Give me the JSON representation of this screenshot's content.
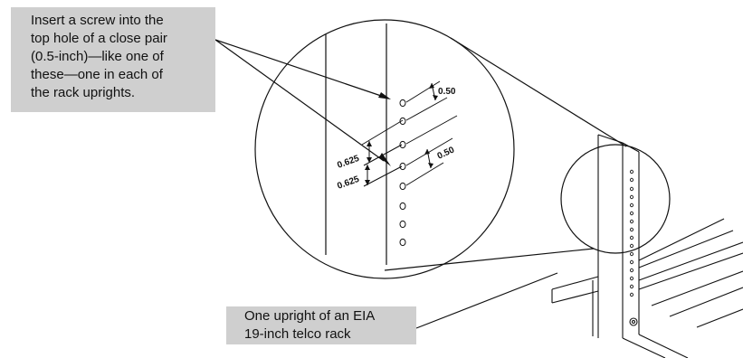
{
  "callouts": {
    "top_lines": [
      "Insert a screw into the",
      "top hole of a close pair",
      "(0.5-inch)—like one of",
      "these—one in each of",
      "the rack uprights."
    ],
    "bottom_lines": [
      "One upright of an EIA",
      "19-inch telco rack"
    ]
  },
  "dimensions": {
    "upper_pair": "0.50",
    "lower_pair": "0.50",
    "spacing_upper": "0.625",
    "spacing_lower": "0.625"
  }
}
